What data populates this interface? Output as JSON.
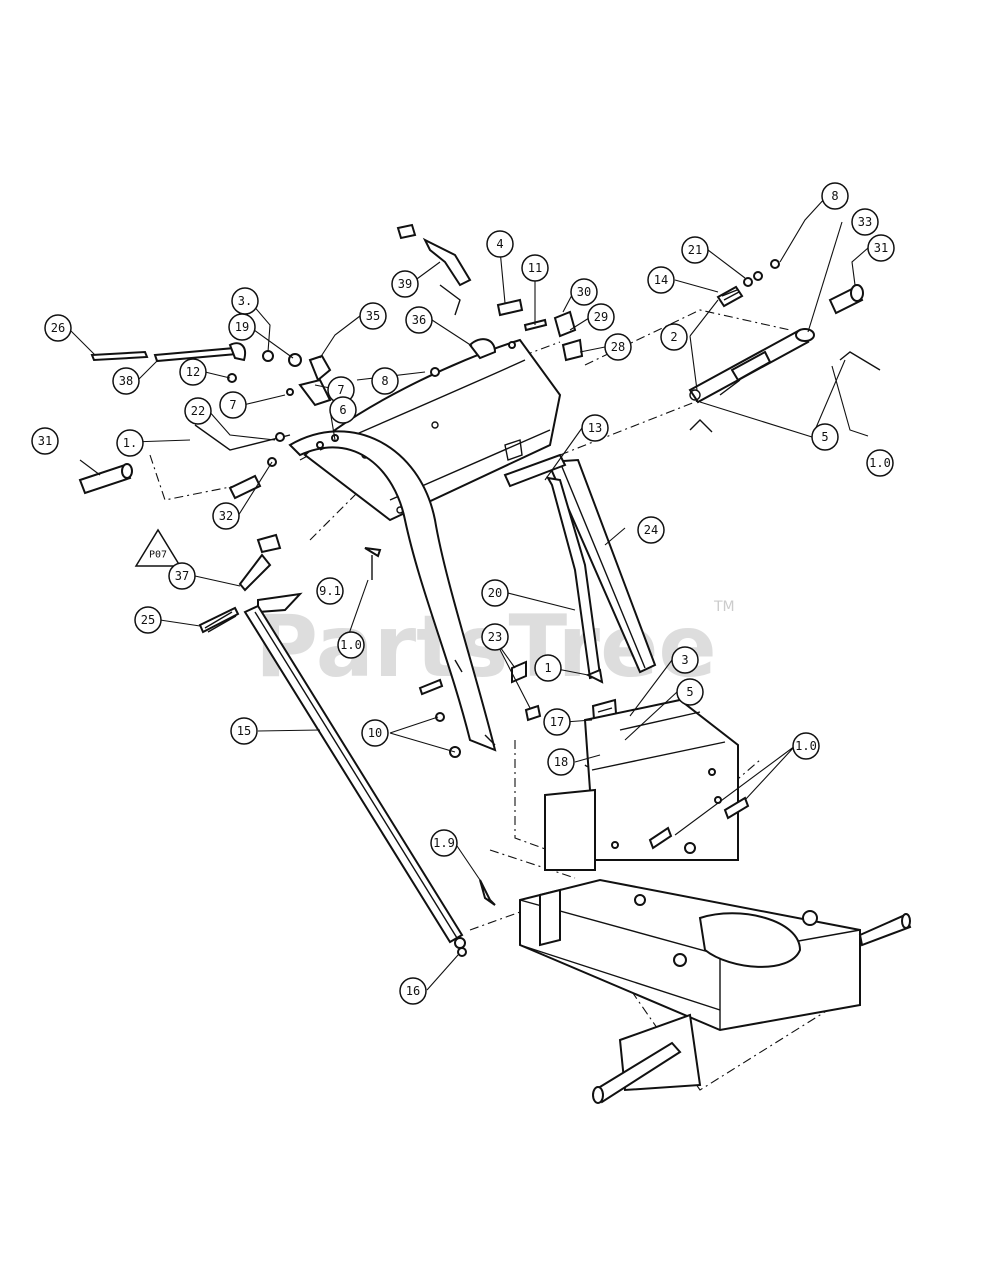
{
  "watermark": {
    "text": "PartsTree",
    "trademark": "TM"
  },
  "warning": {
    "label": "P07"
  },
  "callouts": [
    "8",
    "33",
    "31",
    "21",
    "14",
    "2",
    "5",
    "1.0",
    "4",
    "11",
    "39",
    "30",
    "29",
    "28",
    "36",
    "3.",
    "19",
    "26",
    "35",
    "12",
    "38",
    "7",
    "6",
    "31",
    "1.",
    "22",
    "13",
    "24",
    "32",
    "37",
    "9.1",
    "25",
    "20",
    "1.0",
    "23",
    "1",
    "3",
    "5",
    "15",
    "10",
    "17",
    "18",
    "1.0",
    "1.9",
    "16"
  ]
}
